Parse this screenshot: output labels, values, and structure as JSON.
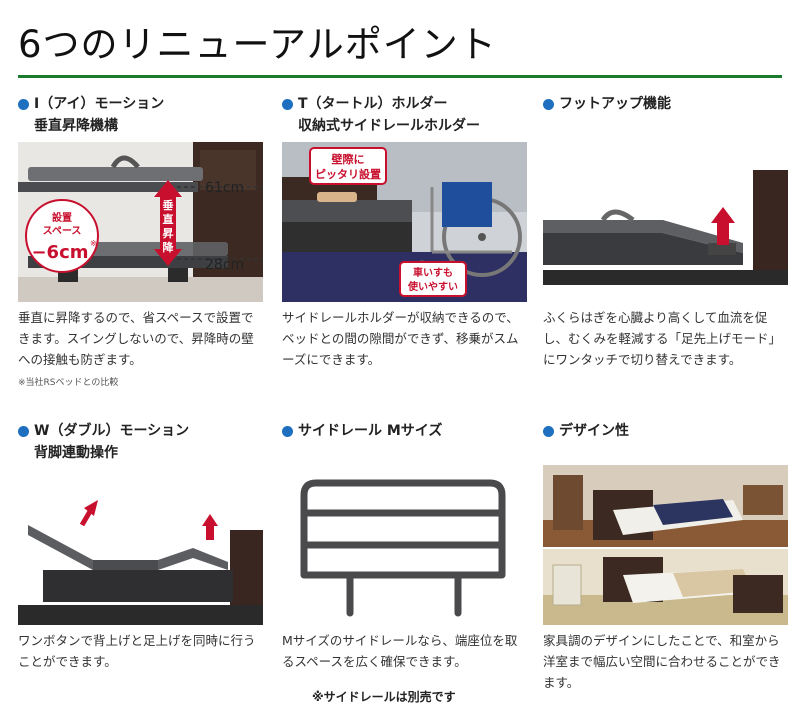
{
  "page_title": "6つのリニューアルポイント",
  "colors": {
    "accent_green": "#1a7a2e",
    "bullet_blue": "#1e6fc0",
    "callout_red": "#c8102e"
  },
  "items": [
    {
      "title": "I（アイ）モーション",
      "subtitle": "垂直昇降機構",
      "image": {
        "badge_line1": "設置",
        "badge_line2": "スペース",
        "badge_value": "−6cm",
        "badge_mark": "※",
        "arrow_text": [
          "垂",
          "直",
          "昇",
          "降"
        ],
        "height_top": "61cm",
        "height_bottom": "28cm"
      },
      "description": "垂直に昇降するので、省スペースで設置できます。スイングしないので、昇降時の壁への接触も防ぎます。",
      "note": "※当社RSベッドとの比較"
    },
    {
      "title": "T（タートル）ホルダー",
      "subtitle": "収納式サイドレールホルダー",
      "image": {
        "callout_top_line1": "壁際に",
        "callout_top_line2": "ピッタリ設置",
        "callout_bottom_line1": "車いすも",
        "callout_bottom_line2": "使いやすい"
      },
      "description": "サイドレールホルダーが収納できるので、ベッドとの間の隙間ができず、移乗がスムーズにできます。"
    },
    {
      "title": "フットアップ機能",
      "subtitle": "",
      "description": "ふくらはぎを心臓より高くして血流を促し、むくみを軽減する「足先上げモード」にワンタッチで切り替えできます。"
    },
    {
      "title": "W（ダブル）モーション",
      "subtitle": "背脚連動操作",
      "description": "ワンボタンで背上げと足上げを同時に行うことができます。"
    },
    {
      "title": "サイドレール Mサイズ",
      "subtitle": "",
      "description": "Mサイズのサイドレールなら、端座位を取るスペースを広く確保できます。",
      "footnote": "※サイドレールは別売です"
    },
    {
      "title": "デザイン性",
      "subtitle": "",
      "description": "家具調のデザインにしたことで、和室から洋室まで幅広い空間に合わせることができます。"
    }
  ]
}
